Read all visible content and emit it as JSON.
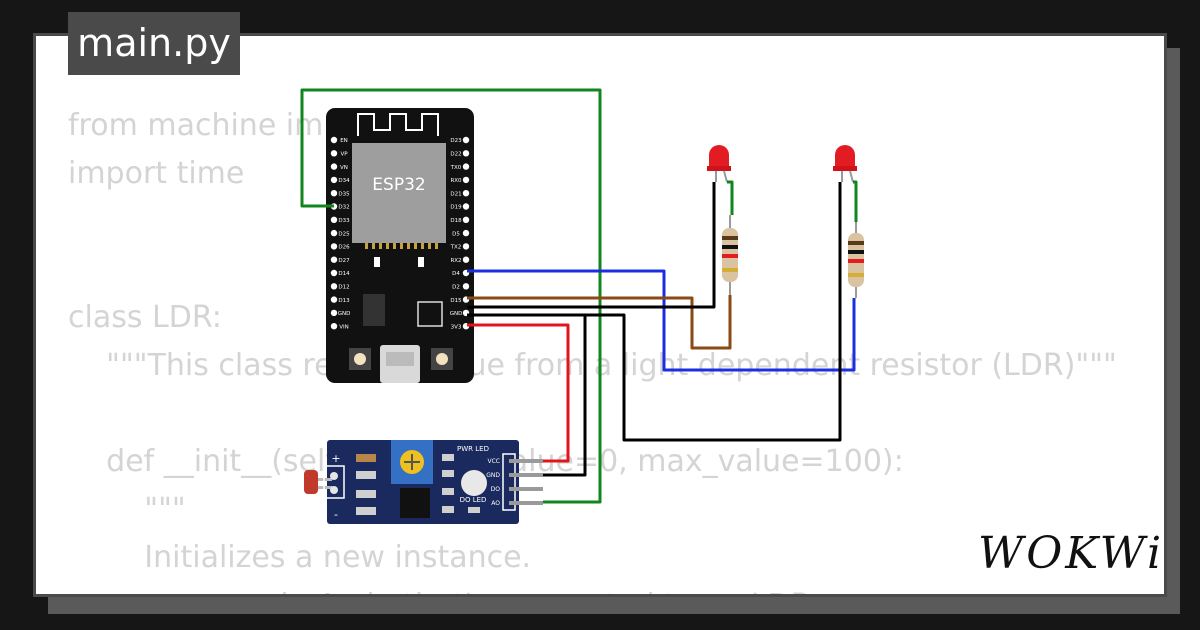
{
  "file_tab": {
    "label": "main.py"
  },
  "code_lines": [
    "from machine import Pin",
    "import time",
    "",
    "",
    "class LDR:",
    "    \"\"\"This class reads a value from a light dependent resistor (LDR)\"\"\"",
    "",
    "    def __init__(self, pin, min_value=0, max_value=100):",
    "        \"\"\"",
    "        Initializes a new instance.",
    "        :param pin A pin that's connected to an LDR."
  ],
  "board": {
    "chip_label": "ESP32",
    "left_pins": [
      "EN",
      "VP",
      "VN",
      "D34",
      "D35",
      "D32",
      "D33",
      "D25",
      "D26",
      "D27",
      "D14",
      "D12",
      "D13",
      "GND",
      "VIN"
    ],
    "right_pins": [
      "D23",
      "D22",
      "TX0",
      "RX0",
      "D21",
      "D19",
      "D18",
      "D5",
      "TX2",
      "RX2",
      "D4",
      "D2",
      "D15",
      "GND",
      "3V3"
    ]
  },
  "ldr_module": {
    "pin_labels": [
      "VCC",
      "GND",
      "DO",
      "AO"
    ],
    "pwr_led_label": "PWR LED",
    "do_led_label": "DO LED",
    "plus_label": "+",
    "minus_label": "-"
  },
  "brand": {
    "logo": "WOKWi"
  },
  "colors": {
    "background": "#161616",
    "card": "#ffffff",
    "tab": "#4a4a4a",
    "board": "#111111",
    "module": "#1b2a5e",
    "wire_green": "#12851e",
    "wire_blue": "#1b2ee0",
    "wire_brown": "#8a4a14",
    "wire_red": "#e3141c",
    "wire_black": "#000000",
    "led_red": "#e31b23"
  }
}
